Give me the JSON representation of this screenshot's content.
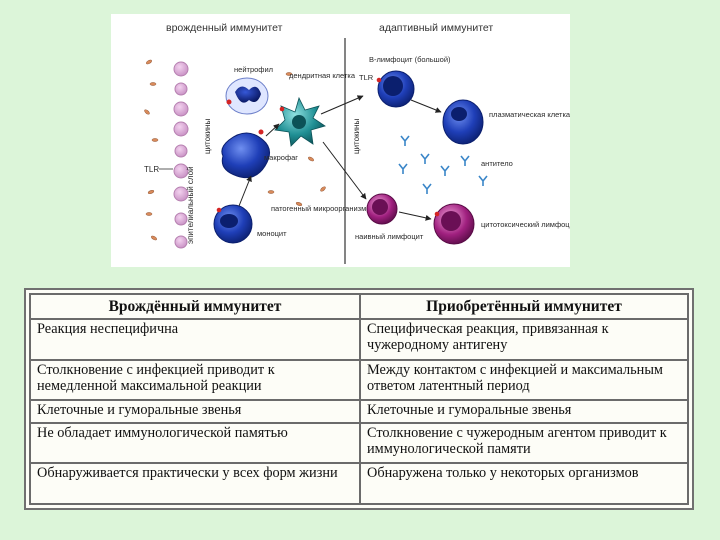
{
  "figure": {
    "innate_header": "врожденный иммунитет",
    "adaptive_header": "адаптивный иммунитет",
    "labels": {
      "neutrophil": "нейтрофил",
      "dendritic_cell": "дендритная клетка",
      "macrophage": "макрофаг",
      "monocyte": "моноцит",
      "microorganisms": "патогенный микроорганизм",
      "tlr_left": "TLR",
      "tlr_right": "TLR",
      "b_lymphocyte": "В-лимфоцит (большой)",
      "plasma_cell": "плазматическая клетка",
      "antibody": "антитело",
      "naive_lymphocyte": "наивный лимфоцит",
      "cytotoxic_lymphocyte": "цитотоксический лимфоцит",
      "epithelium": "эпителиальный слой",
      "cytokines_left": "цитокины",
      "cytokines_right": "цитокины"
    },
    "colors": {
      "blue_cell": "#1f3fb8",
      "teal_cell": "#1f8f94",
      "magenta_cell": "#a0207f",
      "receptor_red": "#d42424",
      "antibody_blue": "#3a86c8"
    }
  },
  "table": {
    "headers": [
      "Врождённый иммунитет",
      "Приобретённый иммунитет"
    ],
    "rows": [
      [
        "Реакция неспецифична",
        "Специфическая реакция, привязанная к чужеродному антигену"
      ],
      [
        "Столкновение с инфекцией приводит к немедленной максимальной реакции",
        "Между контактом с инфекцией и максимальным ответом латентный период"
      ],
      [
        "Клеточные и гуморальные звенья",
        "Клеточные и гуморальные звенья"
      ],
      [
        "Не обладает иммунологической памятью",
        "Столкновение с чужеродным агентом приводит к иммунологической памяти"
      ],
      [
        "Обнаруживается практически у всех форм жизни",
        "Обнаружена только у некоторых организмов"
      ]
    ]
  }
}
